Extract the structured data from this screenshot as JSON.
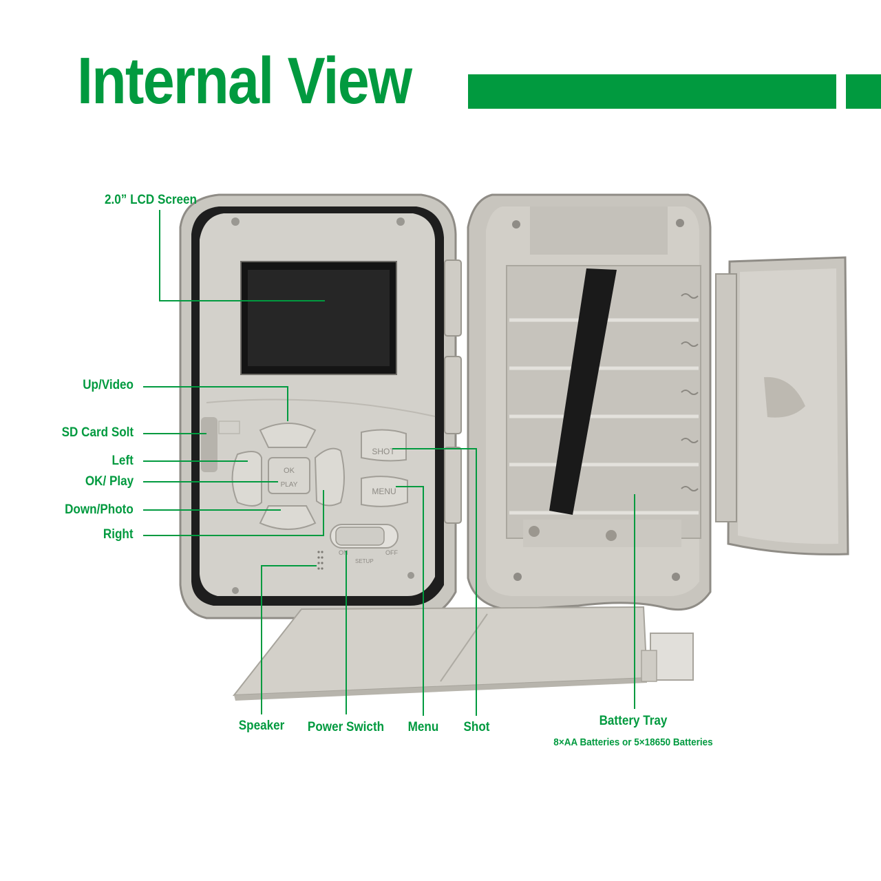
{
  "title": "Internal View",
  "accent_color": "#019a3f",
  "labels": {
    "lcd": "2.0” LCD Screen",
    "up_video": "Up/Video",
    "sd_card": "SD Card Solt",
    "left": "Left",
    "ok_play": "OK/ Play",
    "down_photo": "Down/Photo",
    "right": "Right",
    "speaker": "Speaker",
    "power_switch": "Power Swicth",
    "menu": "Menu",
    "shot": "Shot",
    "battery_tray": "Battery Tray",
    "battery_note": "8×AA Batteries or 5×18650 Batteries"
  },
  "buttons": {
    "ok": "OK",
    "play": "PLAY",
    "shot": "SHOT",
    "menu": "MENU",
    "power_on": "ON",
    "power_off": "OFF",
    "power_setup": "SETUP"
  }
}
